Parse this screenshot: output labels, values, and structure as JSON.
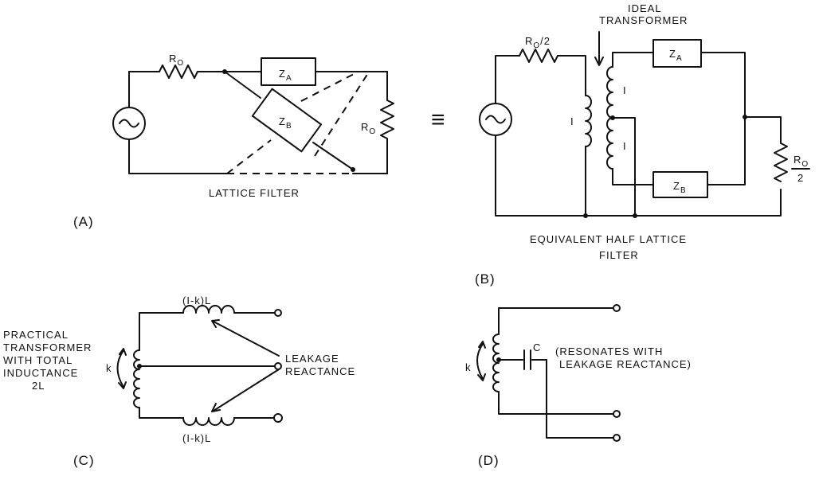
{
  "panel_a": {
    "label": "(A)",
    "caption": "LATTICE FILTER",
    "r0_left": "R",
    "r0_left_sub": "O",
    "r0_right": "R",
    "r0_right_sub": "O",
    "za": "Z",
    "za_sub": "A",
    "zb": "Z",
    "zb_sub": "B"
  },
  "equivalence": "≡",
  "panel_b": {
    "label": "(B)",
    "caption_line1": "EQUIVALENT HALF LATTICE",
    "caption_line2": "FILTER",
    "transformer_line1": "IDEAL",
    "transformer_line2": "TRANSFORMER",
    "r_top": "R",
    "r_top_sub": "O",
    "r_top_div": "/2",
    "r_right_num": "R",
    "r_right_sub": "O",
    "r_right_den": "2",
    "za": "Z",
    "za_sub": "A",
    "zb": "Z",
    "zb_sub": "B",
    "ratio_primary": "I",
    "ratio_upper": "I",
    "ratio_lower": "I"
  },
  "panel_c": {
    "label": "(C)",
    "top_inductor": "(I-k)L",
    "bottom_inductor": "(I-k)L",
    "k": "k",
    "practical_lines": [
      "PRACTICAL",
      "TRANSFORMER",
      "WITH TOTAL",
      "INDUCTANCE",
      "2L"
    ],
    "leakage_line1": "LEAKAGE",
    "leakage_line2": "REACTANCE"
  },
  "panel_d": {
    "label": "(D)",
    "k": "k",
    "c": "C",
    "note_line1": "(RESONATES WITH",
    "note_line2": "LEAKAGE REACTANCE)"
  }
}
